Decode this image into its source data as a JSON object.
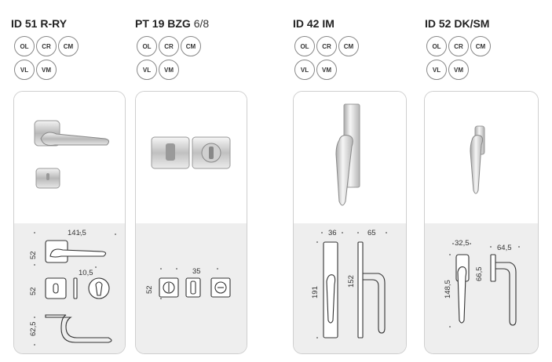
{
  "products": [
    {
      "code": "ID 51 R-RY",
      "suffix": "",
      "finishes": [
        "OL",
        "CR",
        "CM",
        "VL",
        "VM"
      ],
      "dimensions": {
        "width": "141,5",
        "rose": "52",
        "escutcheon": "52",
        "key": "10,5",
        "projection": "62,5"
      }
    },
    {
      "code": "PT 19 BZG",
      "suffix": "6/8",
      "finishes": [
        "OL",
        "CR",
        "CM",
        "VL",
        "VM"
      ],
      "dimensions": {
        "rose": "52",
        "spacing": "35"
      }
    },
    {
      "code": "ID 42 IM",
      "suffix": "",
      "finishes": [
        "OL",
        "CR",
        "CM",
        "VL",
        "VM"
      ],
      "dimensions": {
        "plate_width": "36",
        "projection": "65",
        "plate_height": "191",
        "handle_height": "152"
      }
    },
    {
      "code": "ID 52 DK/SM",
      "suffix": "",
      "finishes": [
        "OL",
        "CR",
        "CM",
        "VL",
        "VM"
      ],
      "dimensions": {
        "plate_width": "32,5",
        "projection": "64,5",
        "handle_height": "148,5",
        "rose_height": "66,5"
      }
    }
  ]
}
